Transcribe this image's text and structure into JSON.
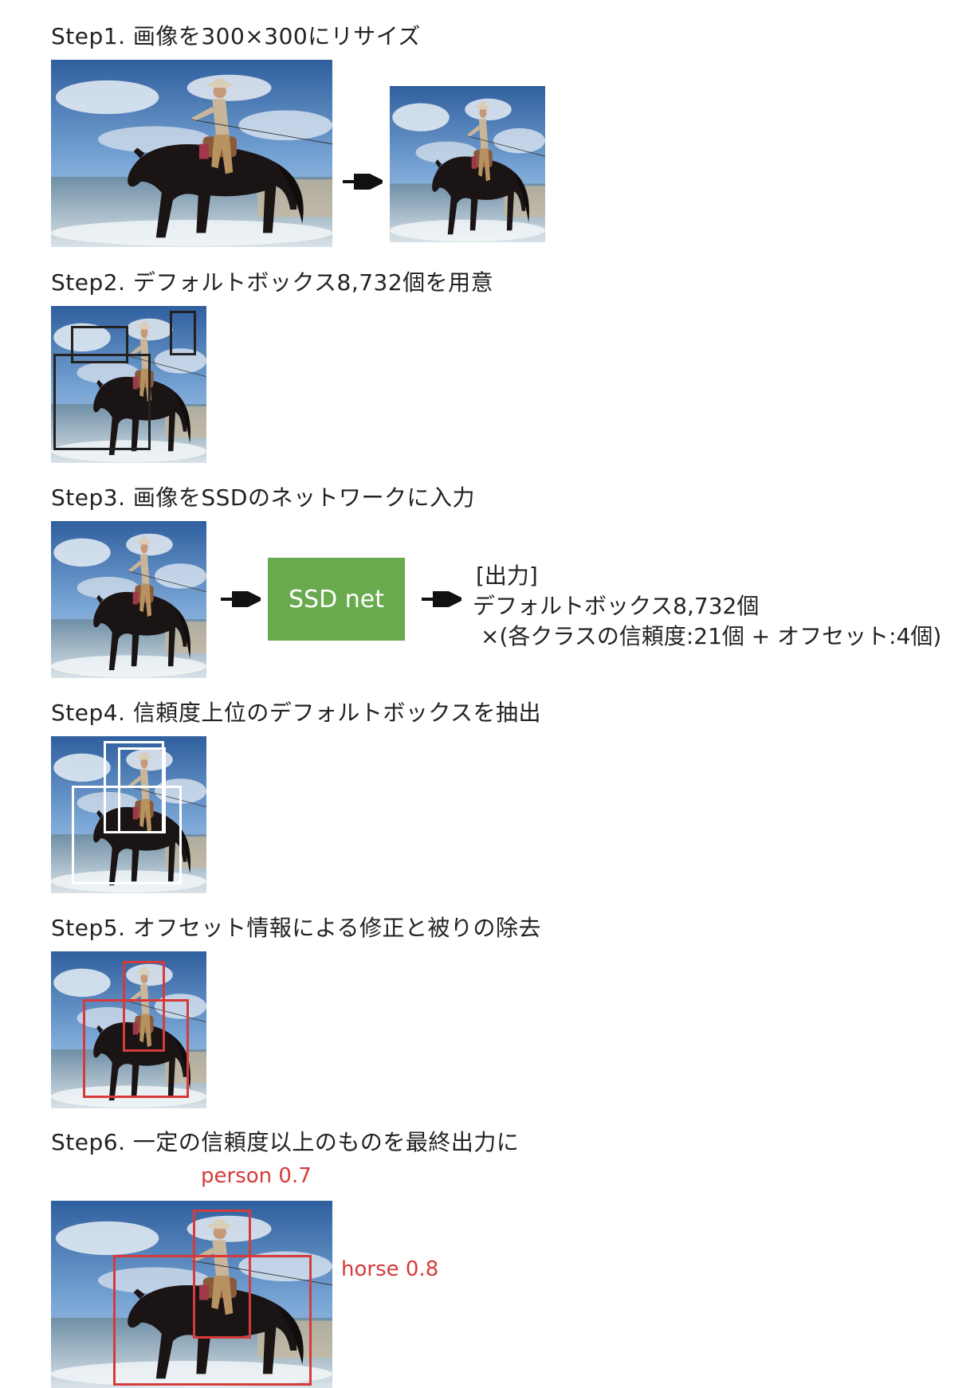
{
  "steps": [
    {
      "title": "Step1. 画像を300×300にリサイズ"
    },
    {
      "title": "Step2. デフォルトボックス8,732個を用意"
    },
    {
      "title": "Step3. 画像をSSDのネットワークに入力"
    },
    {
      "title": "Step4. 信頼度上位のデフォルトボックスを抽出"
    },
    {
      "title": "Step5. オフセット情報による修正と被りの除去"
    },
    {
      "title": "Step6. 一定の信頼度以上のものを最終出力に"
    }
  ],
  "ssd_box_label": "SSD net",
  "output": {
    "bracket_label": "[出力]",
    "line1": "デフォルトボックス8,732個",
    "line2": "×(各クラスの信頼度:21個 + オフセット:4個)"
  },
  "detections": {
    "person": "person  0.7",
    "horse": "horse  0.8"
  },
  "colors": {
    "ssd_green": "#6aaa4f",
    "detection_red": "#d63a3a",
    "default_box": "#222222",
    "candidate_box": "#ffffff"
  }
}
